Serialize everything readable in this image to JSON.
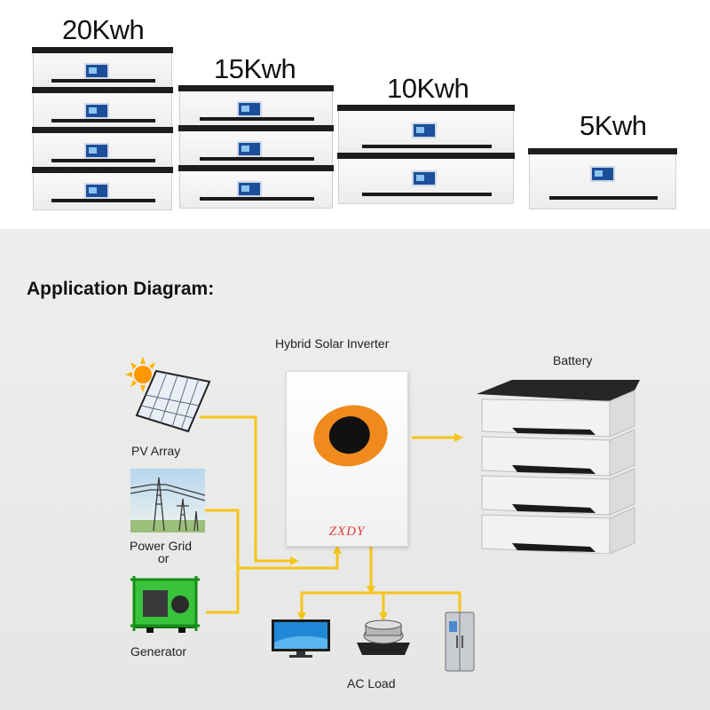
{
  "capacity_labels": [
    "20Kwh",
    "15Kwh",
    "10Kwh",
    "5Kwh"
  ],
  "diagram": {
    "title": "Application Diagram:",
    "inverter_label": "Hybrid  Solar  Inverter",
    "inverter_brand": "ZXDY",
    "battery_label": "Battery",
    "pv_label": "PV Array",
    "grid_label": "Power Grid",
    "or_label": "or",
    "generator_label": "Generator",
    "ac_load_label": "AC Load"
  },
  "colors": {
    "wire": "#f6c519",
    "inverter_face": "#f08a1c",
    "brand": "#e43b3b"
  },
  "icons": [
    "solar-panel-icon",
    "power-grid-icon",
    "generator-icon",
    "tv-icon",
    "cooktop-icon",
    "refrigerator-icon"
  ]
}
